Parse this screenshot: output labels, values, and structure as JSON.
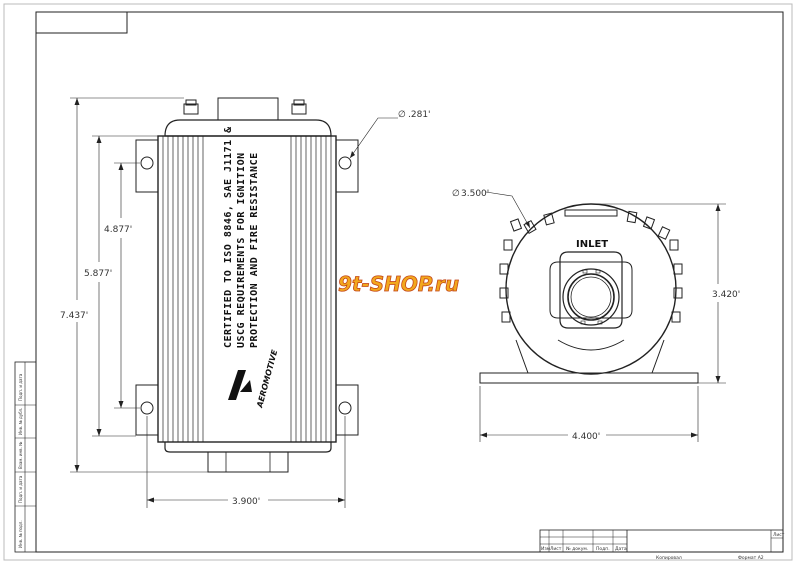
{
  "drawing": {
    "dimensions": {
      "overall_height": "7.437'",
      "bolt_spacing_outer": "5.877'",
      "bolt_spacing_inner": "4.877'",
      "mount_width": "3.900'",
      "hole_diameter": ".281'",
      "body_diameter": "3.500'",
      "center_height": "3.420'",
      "base_width": "4.400'"
    },
    "hole_symbol": "∅",
    "inlet_label": "INLET",
    "certification_text": [
      "CERTIFIED TO ISO 8846, SAE J1171 &",
      "USCG REQUIREMENTS FOR IGNITION",
      "PROTECTION AND FIRE RESISTANCE"
    ],
    "brand_logo": "AEROMOTIVE",
    "watermark": "9t-SHOP.ru"
  },
  "title_block": {
    "cells": [
      "Изм",
      "Лист",
      "№ докум.",
      "Подп.",
      "Дата"
    ],
    "sheet_label": "Лист",
    "copied_label": "Копировал",
    "format_label": "Формат А2"
  },
  "side_stamp": {
    "cells": [
      "Инв. № подл.",
      "Подп. и дата",
      "Взам. инв. №",
      "Инв. № дубл.",
      "Подп. и дата"
    ]
  },
  "colors": {
    "line": "#222222",
    "watermark_fill": "#f2a81d",
    "watermark_outline": "#c4471a"
  }
}
